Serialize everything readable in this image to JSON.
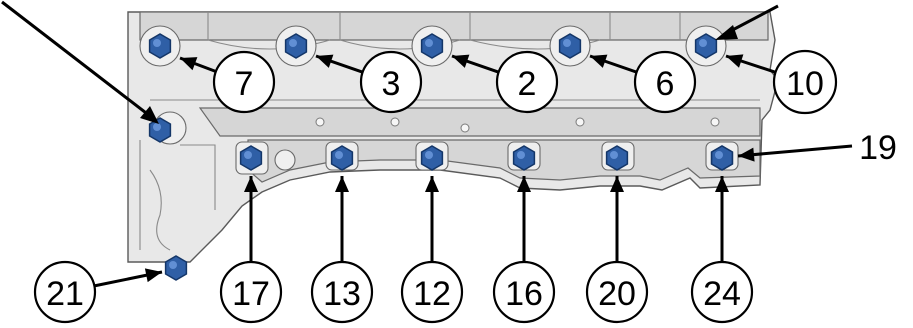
{
  "callouts": [
    {
      "id": "7",
      "label": "7"
    },
    {
      "id": "3",
      "label": "3"
    },
    {
      "id": "2",
      "label": "2"
    },
    {
      "id": "6",
      "label": "6"
    },
    {
      "id": "10",
      "label": "10"
    },
    {
      "id": "19",
      "label": "19"
    },
    {
      "id": "21",
      "label": "21"
    },
    {
      "id": "17",
      "label": "17"
    },
    {
      "id": "13",
      "label": "13"
    },
    {
      "id": "12",
      "label": "12"
    },
    {
      "id": "16",
      "label": "16"
    },
    {
      "id": "20",
      "label": "20"
    },
    {
      "id": "24",
      "label": "24"
    }
  ],
  "colors": {
    "bolt_fill": "#2f5fa6",
    "bolt_highlight": "#6e9be0",
    "bolt_outline": "#143668"
  }
}
